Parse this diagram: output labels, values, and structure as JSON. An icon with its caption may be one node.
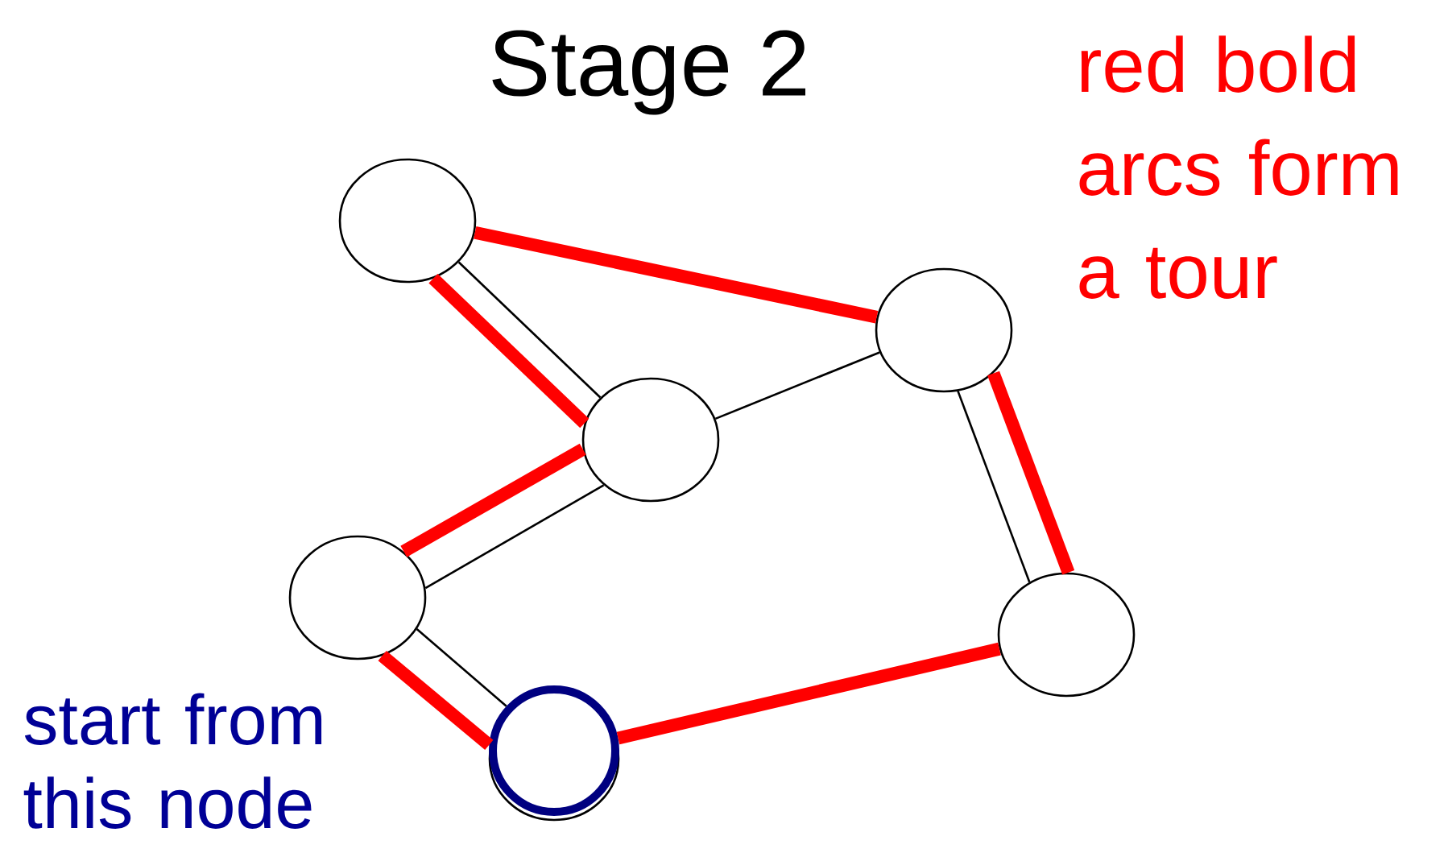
{
  "diagram": {
    "title": "Stage 2",
    "nodes": [
      {
        "text": [],
        "shape": "circle"
      },
      {
        "text": [],
        "shape": "circle"
      },
      {
        "text": [],
        "shape": "circle"
      },
      {
        "text": [],
        "shape": "circle"
      },
      {
        "text": [],
        "shape": "circle"
      },
      {
        "text": [],
        "shape": "circle"
      }
    ],
    "edges": [
      {
        "from": 0,
        "to": 1,
        "arrow": "none"
      },
      {
        "from": 0,
        "to": 2,
        "arrow": "none",
        "color": "#000000"
      },
      {
        "from": 0,
        "to": 2,
        "arrow": "none"
      },
      {
        "from": 2,
        "to": 1,
        "arrow": "none",
        "color": "#000000"
      },
      {
        "from": 2,
        "to": 3,
        "arrow": "none",
        "color": "#000000"
      },
      {
        "from": 2,
        "to": 3,
        "arrow": "none"
      },
      {
        "from": 1,
        "to": 4,
        "arrow": "none",
        "color": "#000000"
      },
      {
        "from": 1,
        "to": 4,
        "arrow": "none"
      },
      {
        "from": 3,
        "to": 5,
        "arrow": "none",
        "color": "#000000"
      },
      {
        "from": 3,
        "to": 5,
        "arrow": "none"
      },
      {
        "from": 5,
        "to": 4,
        "arrow": "none"
      }
    ],
    "labels": [
      "red bold arcs form a tour",
      "start from this node"
    ]
  }
}
